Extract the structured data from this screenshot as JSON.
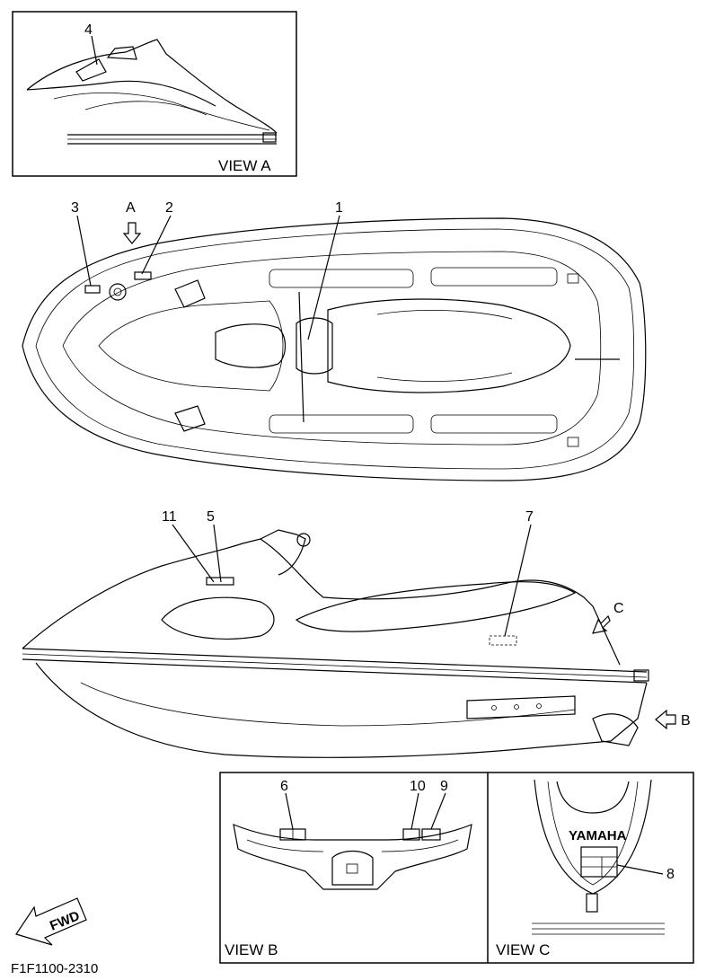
{
  "callouts": {
    "c1": "1",
    "c2": "2",
    "c3": "3",
    "c4": "4",
    "c5": "5",
    "c6": "6",
    "c7": "7",
    "c8": "8",
    "c9": "9",
    "c10": "10",
    "c11": "11"
  },
  "views": {
    "a_marker": "A",
    "b_marker": "B",
    "c_marker": "C",
    "view_a": "VIEW A",
    "view_b": "VIEW B",
    "view_c": "VIEW C"
  },
  "fwd_label": "FWD",
  "brand_label": "YAMAHA",
  "drawing_code": "F1F1100-2310"
}
